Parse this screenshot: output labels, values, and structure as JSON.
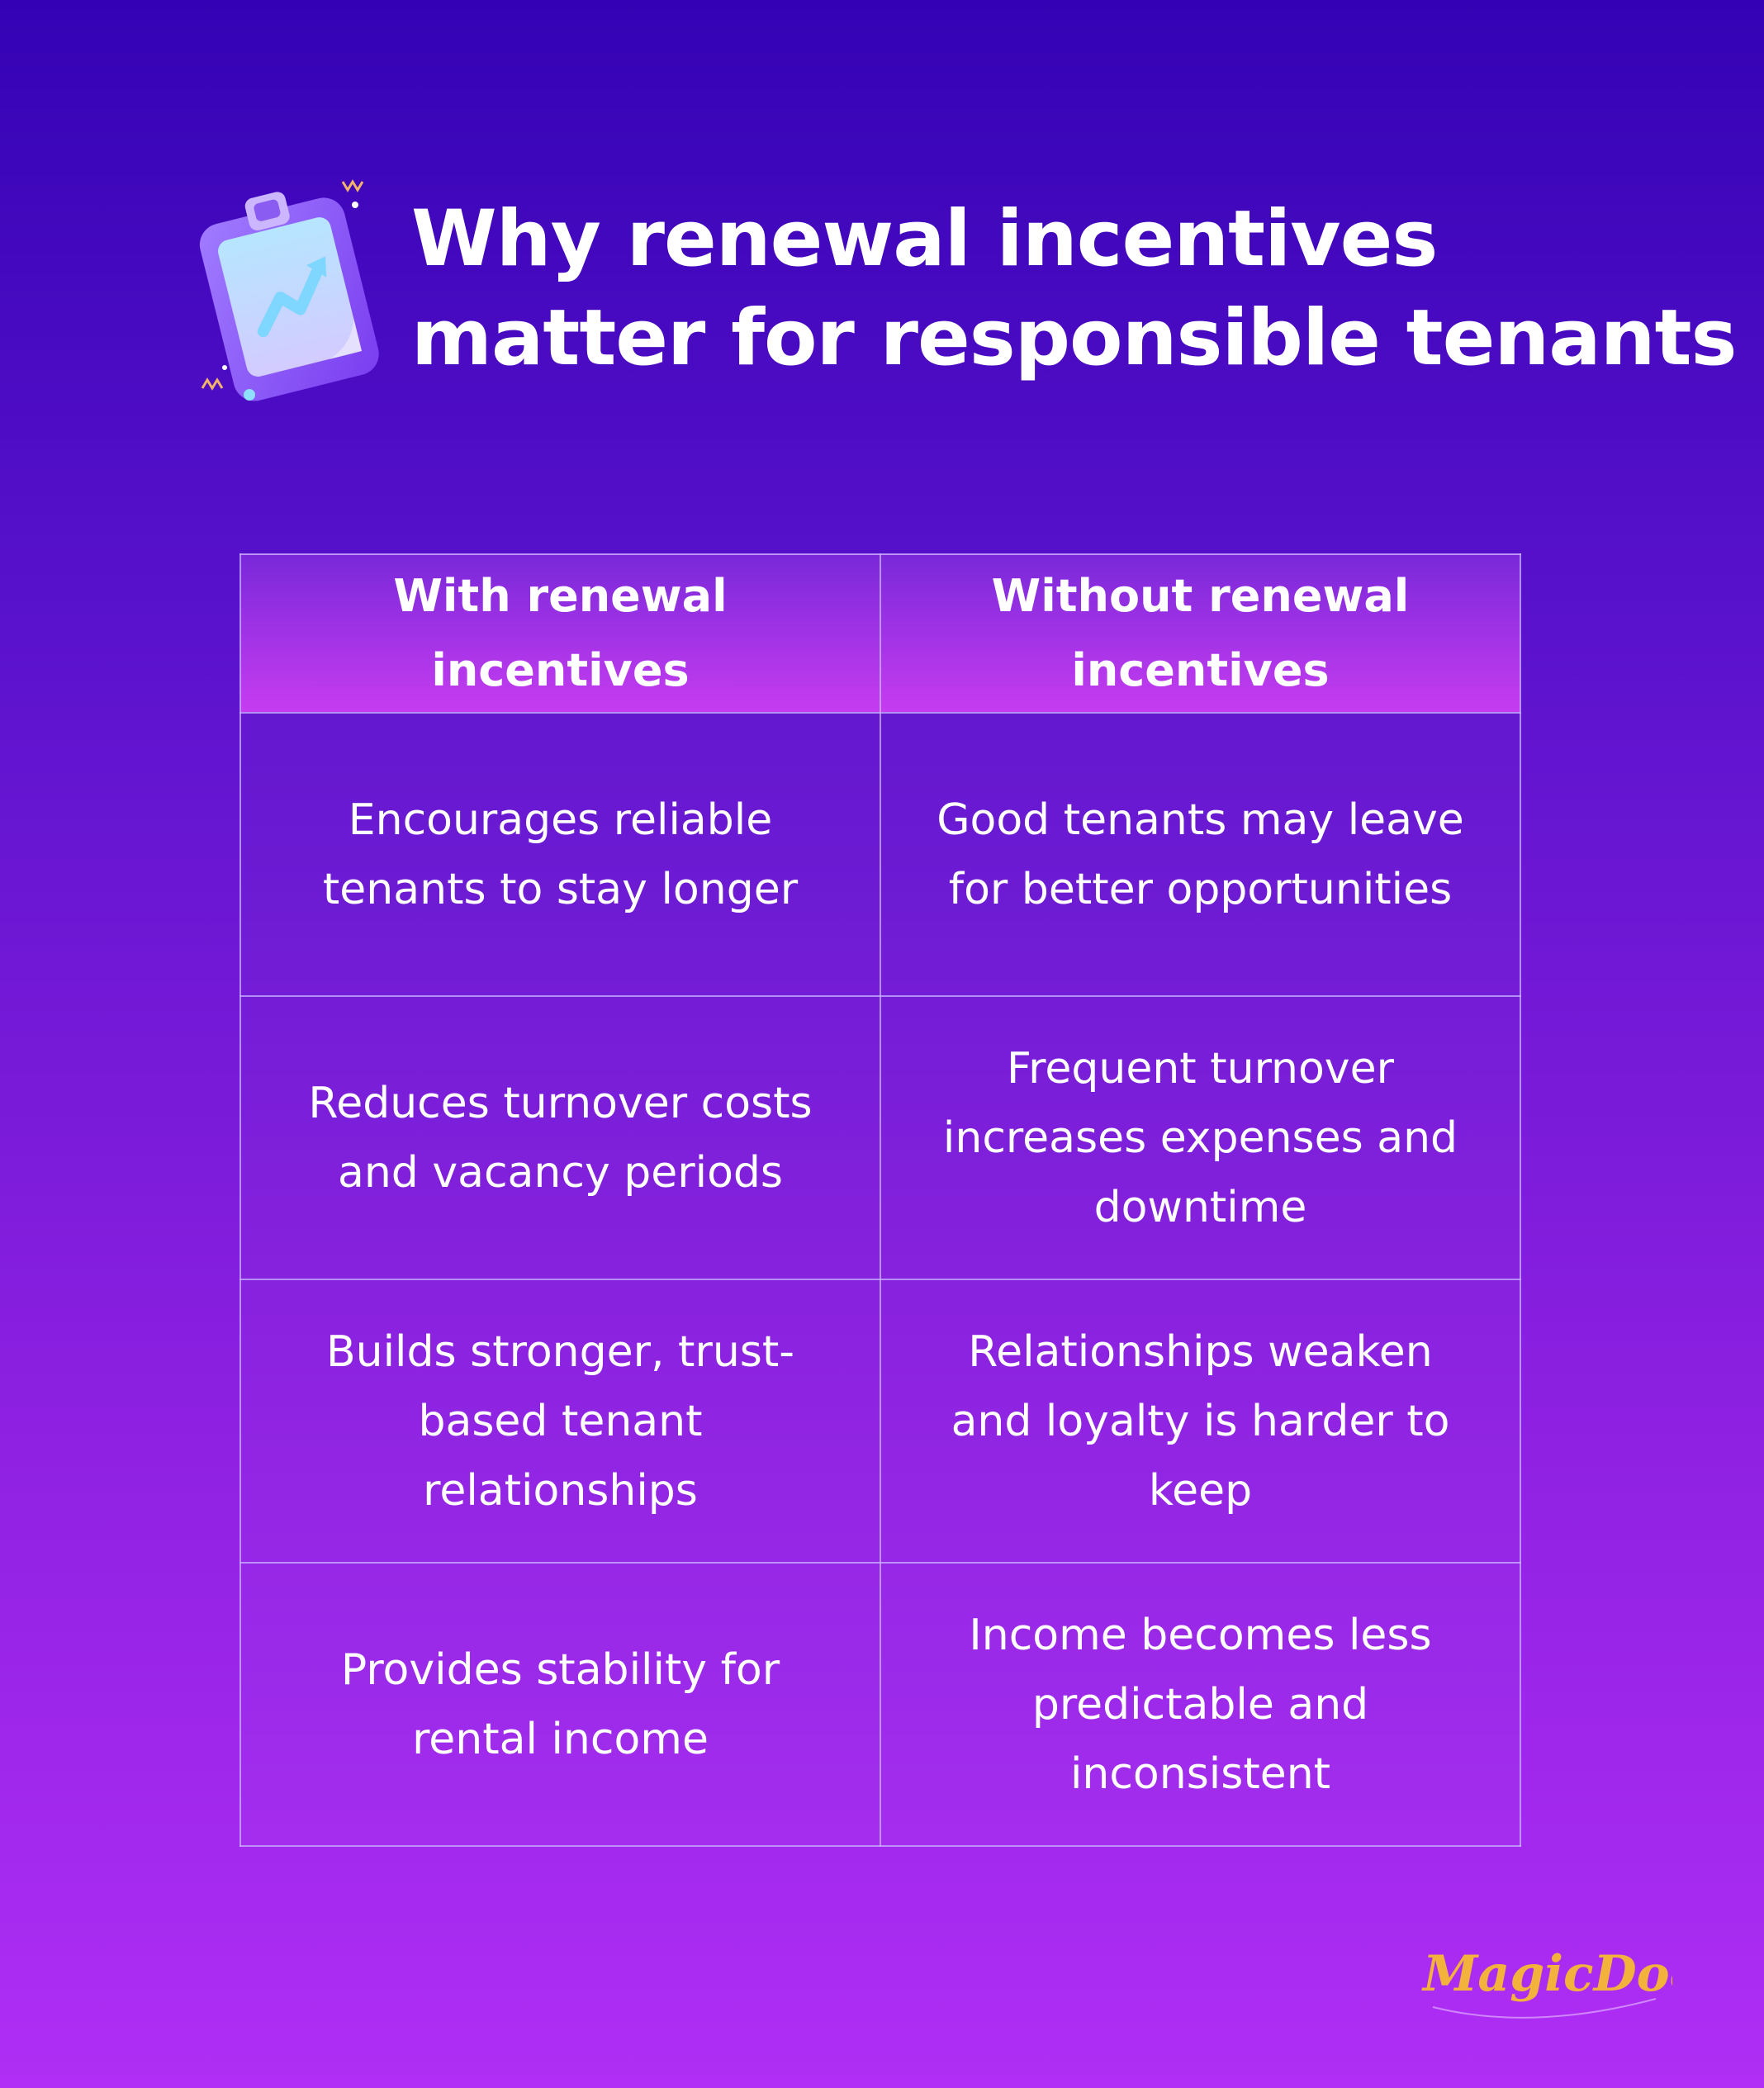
{
  "header": {
    "title_line1": "Why renewal incentives",
    "title_line2": "matter for responsible tenants",
    "icon": "clipboard-chart-icon"
  },
  "table": {
    "headers": [
      "With renewal incentives",
      "Without renewal incentives"
    ],
    "rows": [
      [
        "Encourages reliable tenants to stay longer",
        "Good tenants may leave for better opportunities"
      ],
      [
        "Reduces turnover costs and vacancy periods",
        "Frequent turnover increases expenses and downtime"
      ],
      [
        "Builds stronger, trust-based tenant relationships",
        "Relationships weaken and loyalty is harder to keep"
      ],
      [
        "Provides stability for rental income",
        "Income becomes less predictable and inconsistent"
      ]
    ]
  },
  "brand": {
    "logo_text": "MagicDoor",
    "logo_color": "#f3b23c"
  },
  "colors": {
    "background_top": "#3402b4",
    "background_bottom": "#b02ef5",
    "header_cell": "#c63cf0",
    "border": "#c8b4ff"
  }
}
